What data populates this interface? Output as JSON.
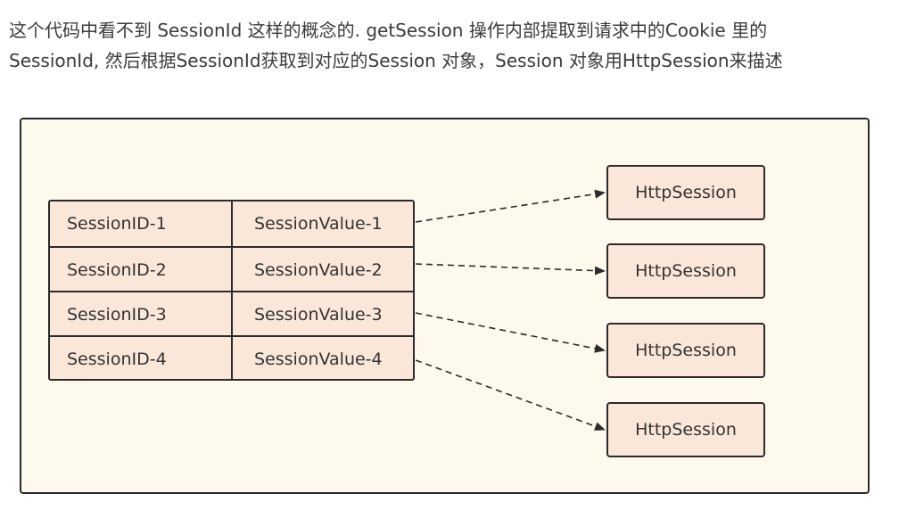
{
  "intro": {
    "line1": "这个代码中看不到 SessionId 这样的概念的. getSession 操作内部提取到请求中的Cookie 里的",
    "line2": "SessionId, 然后根据SessionId获取到对应的Session 对象，Session 对象用HttpSession来描述"
  },
  "table": {
    "rows": [
      {
        "id": "SessionID-1",
        "value": "SessionValue-1"
      },
      {
        "id": "SessionID-2",
        "value": "SessionValue-2"
      },
      {
        "id": "SessionID-3",
        "value": "SessionValue-3"
      },
      {
        "id": "SessionID-4",
        "value": "SessionValue-4"
      }
    ]
  },
  "sessions": [
    {
      "label": "HttpSession"
    },
    {
      "label": "HttpSession"
    },
    {
      "label": "HttpSession"
    },
    {
      "label": "HttpSession"
    }
  ],
  "colors": {
    "panel_bg": "#fdf9ec",
    "box_fill": "#fbe7da",
    "stroke": "#2b2b2b"
  }
}
